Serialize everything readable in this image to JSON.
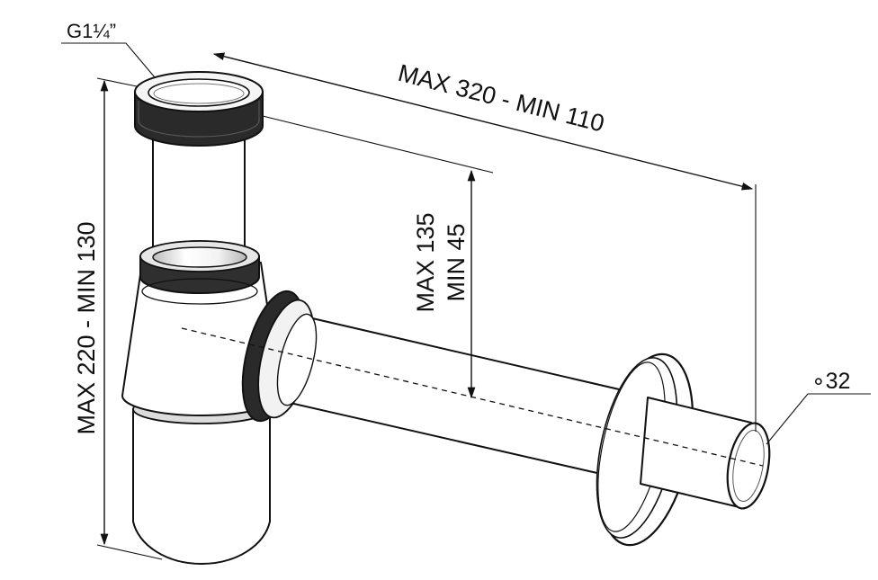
{
  "dimensions": {
    "thread_size": "G1¼”",
    "horizontal_length": "MAX 320 - MIN 110",
    "vertical_height": "MAX 220 - MIN 130",
    "outlet_height_max": "MAX 135",
    "outlet_height_min": "MIN 45",
    "pipe_diameter": "∘32"
  },
  "colors": {
    "line": "#111111",
    "ring": "#2a2a2a",
    "shading": "#cfcfcf",
    "background": "#ffffff"
  }
}
